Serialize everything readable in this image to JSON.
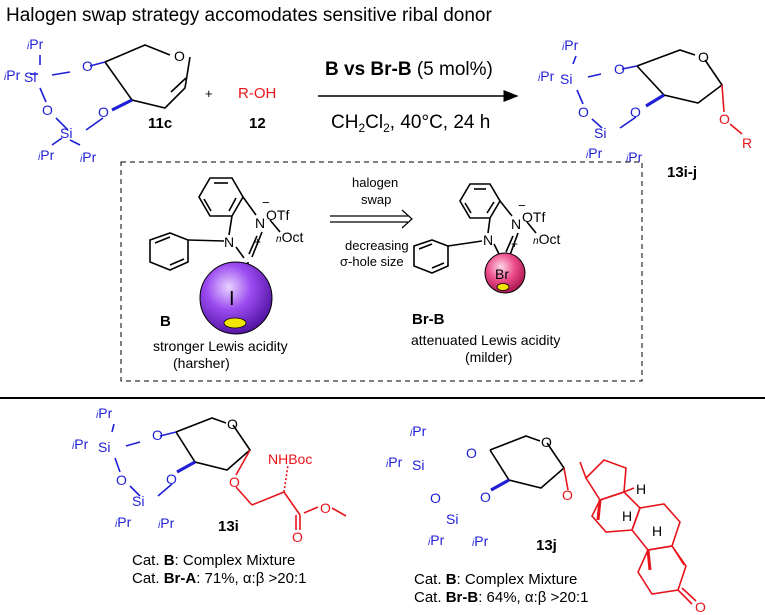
{
  "title": "Halogen swap strategy accomodates sensitive ribal donor",
  "reaction": {
    "donor_label": "11c",
    "plus": "+",
    "acceptor_formula": "R-OH",
    "acceptor_label": "12",
    "cat_bold": "B vs Br-B",
    "cat_loading": "(5 mol%)",
    "cond_solvent": "CH",
    "cond_sub1": "2",
    "cond_cl": "Cl",
    "cond_sub2": "2",
    "cond_rest": ", 40°C, 24 h",
    "product_label": "13i-j",
    "product_R": "R"
  },
  "labels": {
    "iPr_i": "i",
    "iPr_Pr": "Pr",
    "Si": "Si",
    "O": "O",
    "N": "N",
    "plus_charge": "+",
    "minus_charge": "−",
    "OTf": "OTf",
    "oct_n": "n",
    "Oct": "Oct",
    "I": "I",
    "Br": "Br",
    "H": "H",
    "NHBoc": "NHBoc"
  },
  "catalysts": {
    "B_label": "B",
    "B_desc1": "stronger Lewis acidity",
    "B_desc2": "(harsher)",
    "swap1": "halogen",
    "swap2": "swap",
    "dec1": "decreasing",
    "dec2": "σ-hole size",
    "BrB_label": "Br-B",
    "BrB_desc1": "attenuated Lewis acidity",
    "BrB_desc2": "(milder)"
  },
  "example_13i": {
    "label": "13i",
    "line1_pre": "Cat. ",
    "line1_cat": "B",
    "line1_post": ": Complex Mixture",
    "line2_pre": "Cat. ",
    "line2_cat": "Br-A",
    "line2_post": ": 71%, α:β >20:1"
  },
  "example_13j": {
    "label": "13j",
    "line1_pre": "Cat. ",
    "line1_cat": "B",
    "line1_post": ": Complex Mixture",
    "line2_pre": "Cat. ",
    "line2_cat": "Br-B",
    "line2_post": ": 64%, α:β >20:1"
  },
  "colors": {
    "silyl_blue": "#1f1fd6",
    "acceptor_red": "#e8141c",
    "iodine_purple": "#8a2be2",
    "bromine_pink": "#e8367c",
    "hole_yellow": "#f2e600"
  }
}
